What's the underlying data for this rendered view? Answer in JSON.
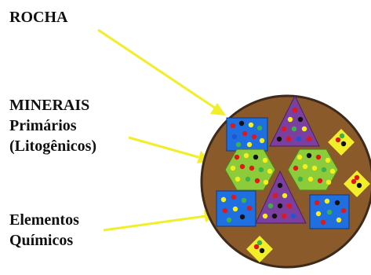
{
  "labels": {
    "rocha": "ROCHA",
    "minerais": "MINERAIS",
    "primarios": "Primários",
    "litogenicos": "(Litogênicos)",
    "elementos": "Elementos",
    "quimicos": "Químicos"
  },
  "colors": {
    "rock": "#8B5A2B",
    "rock_border": "#3d2a1a",
    "arrow": "#f2ee2a",
    "square": "#1f6fe0",
    "hexagon": "#8ccc3a",
    "triangle": "#7b3fa0",
    "small_square": "#f2ee2a",
    "dot_red": "#e0181c",
    "dot_yellow": "#f5ef1c",
    "dot_black": "#111111",
    "dot_green": "#3cb34a",
    "dot_blue": "#1f56d8"
  }
}
